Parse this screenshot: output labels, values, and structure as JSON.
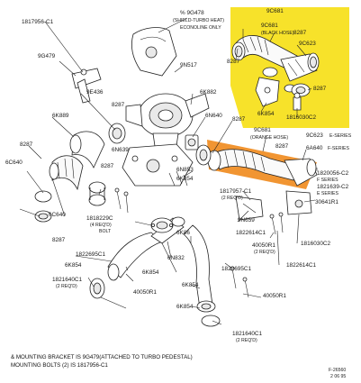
{
  "colors": {
    "yellow_panel": "#f7e22a",
    "orange_band": "#f08a1c",
    "ink": "#1a1a1a"
  },
  "labels": {
    "l_1817956C1_top": "1817956-C1",
    "l_9G478": "% 9G478",
    "l_shield": "(SHIELD-TURBO HEAT)",
    "l_econoline": "ECONOLINE ONLY",
    "l_9C681_y": "9C681",
    "l_9C681_y2": "9C681",
    "l_black_hose": "(BLACK HOSE)",
    "l_8287_y1": "8287",
    "l_9C623_y": "9C623",
    "l_8287_y2": "8287",
    "l_6K854_y": "6K854",
    "l_8287_y3": "8287",
    "l_1816030C2_y": "1816030C2",
    "l_9G479": "9G479",
    "l_9N517": "9N517",
    "l_9E436": "9E436",
    "l_6K882": "6K882",
    "l_6K889": "6K889",
    "l_8287_a": "8287",
    "l_8287_b": "8287",
    "l_6N639": "6N639",
    "l_6N640": "6N640",
    "l_8287_c": "8287",
    "l_9C681_o": "9C681",
    "l_orange_hose": "(ORANGE HOSE)",
    "l_8287_o": "8287",
    "l_9C623_o": "9C623",
    "l_e_series": "E-SERIES",
    "l_6A640": "6A640",
    "l_f_series": "F-SERIES",
    "l_6C640": "6C640",
    "l_8287_d": "8287",
    "l_6N853": "6N853",
    "l_6K854_m": "6K854",
    "l_1820056C2": "1820056-C2",
    "l_f_series2": "F SERIES",
    "l_1821639C2": "1821639-C2",
    "l_e_series2": "E SERIES",
    "l_1817957C1": "1817957-C1",
    "l_2_reqd_a": "(2 REQ'D)",
    "l_30641R1": "30641R1",
    "l_6C640_b": "6C640",
    "l_1818229C": "1818229C",
    "l_4_reqd": "(4 REQ'D)",
    "l_bolt": "BOLT",
    "l_9N659": "9N659",
    "l_6K86": "6K86",
    "l_1822614C1_a": "1822614C1",
    "l_1816030C2_b": "1816030C2",
    "l_8287_e": "8287",
    "l_1822695C1_a": "1822695C1",
    "l_40050R1_a": "40050R1",
    "l_2_reqd_b": "(2 REQ'D)",
    "l_6N832": "6N832",
    "l_6K854_a": "6K854",
    "l_1822614C1_b": "1822614C1",
    "l_1822695C1_b": "1822695C1",
    "l_6K854_b": "6K854",
    "l_1821640C1_a": "1821640C1",
    "l_2_reqd_c": "(2 REQ'D)",
    "l_40050R1_b": "40050R1",
    "l_40050R1_c": "40050R1",
    "l_6K854_c": "6K854",
    "l_6K854_d": "6K854",
    "l_1821640C1_b": "1821640C1",
    "l_2_reqd_d": "(2 REQ'D)",
    "l_fignum": "F-26560",
    "l_fignum2": "2 06 95"
  },
  "footnote": {
    "line1": "& MOUNTING BRACKET IS 9G479(ATTACHED TO TURBO PEDESTAL)",
    "line2": "MOUNTING BOLTS (2) IS 1817956-C1"
  }
}
